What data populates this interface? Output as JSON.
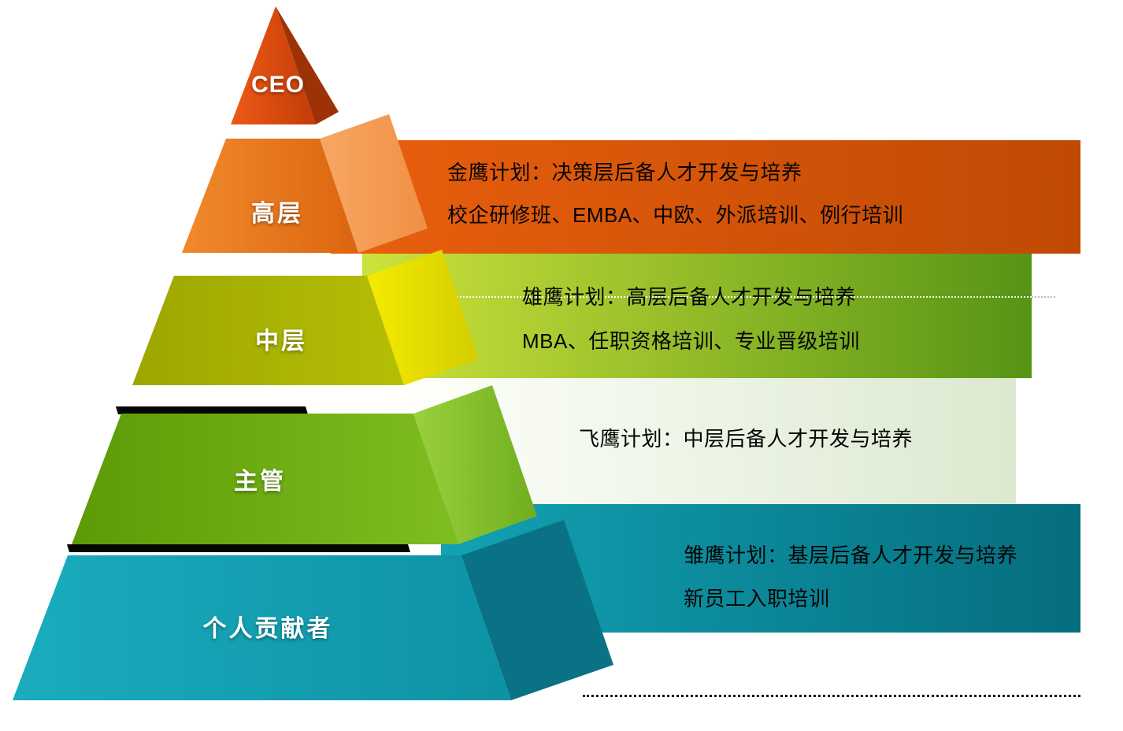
{
  "pyramid": {
    "levels": [
      {
        "id": "ceo",
        "label": "CEO",
        "front_color": "#d9480f",
        "side_color": "#9e3207"
      },
      {
        "id": "senior",
        "label": "高层",
        "front_color": "#e87f22",
        "side_color": "#f6a55e"
      },
      {
        "id": "middle",
        "label": "中层",
        "front_color": "#a8b100",
        "side_color": "#f2e800"
      },
      {
        "id": "supervisor",
        "label": "主管",
        "front_color": "#6aa80e",
        "side_color": "#93cc38"
      },
      {
        "id": "individual",
        "label": "个人贡献者",
        "front_color": "#14a3b5",
        "side_color": "#0b7588"
      }
    ]
  },
  "bands": [
    {
      "id": "golden-eagle",
      "color_left": "#ea5f0e",
      "color_right": "#bf4a04",
      "lines": [
        "金鹰计划：决策层后备人才开发与培养",
        "校企研修班、EMBA、中欧、外派培训、例行培训"
      ]
    },
    {
      "id": "mighty-eagle",
      "color_left": "#cde23c",
      "color_right": "#579415",
      "lines": [
        "雄鹰计划：高层后备人才开发与培养",
        "MBA、任职资格培训、专业晋级培训"
      ]
    },
    {
      "id": "flying-eagle",
      "color_left": "#fefffb",
      "color_right": "#dbe9cf",
      "lines": [
        "飞鹰计划：中层后备人才开发与培养"
      ]
    },
    {
      "id": "young-eagle",
      "color_left": "#12a2b4",
      "color_right": "#056d7d",
      "lines": [
        "雏鹰计划：基层后备人才开发与培养",
        "新员工入职培训"
      ]
    }
  ]
}
